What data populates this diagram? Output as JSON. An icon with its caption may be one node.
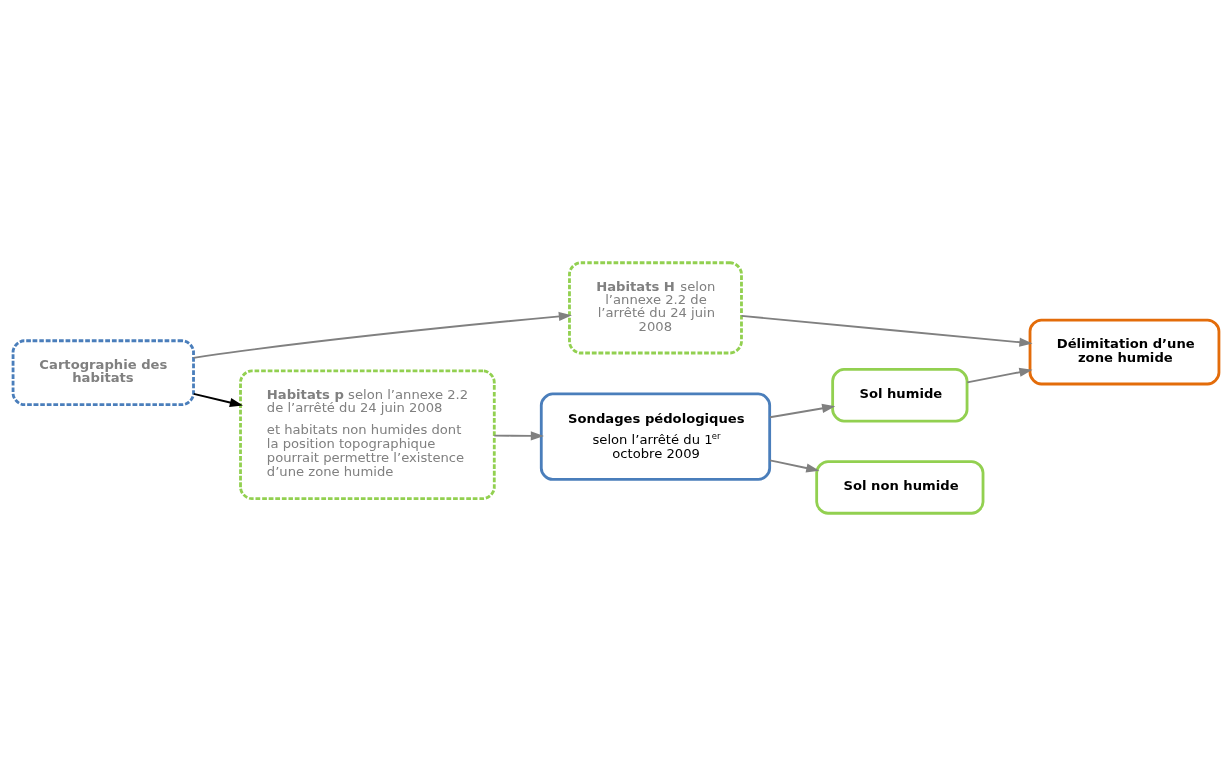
{
  "diagram": {
    "nodes": [
      {
        "text": [
          "Cartographie des habitats"
        ]
      },
      {
        "text": [
          "**Habitats H** selon l’annexe 2.2 de l’arrêté du 24 juin 2008"
        ]
      },
      {
        "text": [
          "Délimitation d’une zone humide"
        ]
      },
      {
        "text": [
          "Sol humide"
        ]
      },
      {
        "text": [
          "**Habitats p** selon l’annexe 2.2 de l’arrêté du 24 juin 2008",
          "et habitats non humides dont la position topographique pourrait permettre l’existence d’une zone humide"
        ]
      },
      {
        "text": [
          "Sondages pédologiques",
          "selon l’arrêté du 1$^{er}$ octobre 2009"
        ]
      },
      {
        "text": [
          "Sol non humide"
        ]
      }
    ],
    "edges": [
      {
        "from": 0,
        "to": 1,
        "arrow": "to"
      },
      {
        "from": 1,
        "to": 2,
        "arrow": "to"
      },
      {
        "from": 0,
        "to": 4,
        "arrow": "to",
        "color": "#000000"
      },
      {
        "from": 4,
        "to": 5,
        "arrow": "to"
      },
      {
        "from": 5,
        "to": 3,
        "arrow": "to"
      },
      {
        "from": 3,
        "to": 2,
        "arrow": "to"
      },
      {
        "from": 5,
        "to": 6,
        "arrow": "to"
      }
    ]
  }
}
